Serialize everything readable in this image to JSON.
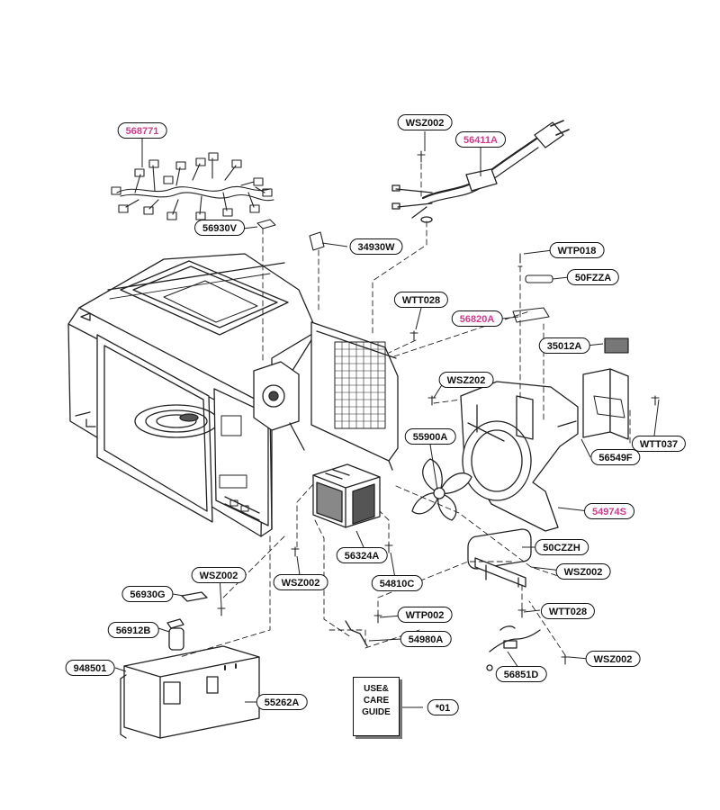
{
  "diagram": {
    "type": "exploded-parts-view",
    "label_color_default": "#111111",
    "label_color_highlight": "#d23a8a",
    "parts": [
      {
        "id": "568771",
        "highlight": true
      },
      {
        "id": "WSZ002",
        "highlight": false
      },
      {
        "id": "56411A",
        "highlight": true
      },
      {
        "id": "56930V",
        "highlight": false
      },
      {
        "id": "34930W",
        "highlight": false
      },
      {
        "id": "WTP018",
        "highlight": false
      },
      {
        "id": "50FZZA",
        "highlight": false
      },
      {
        "id": "WTT028",
        "highlight": false
      },
      {
        "id": "56820A",
        "highlight": true
      },
      {
        "id": "35012A",
        "highlight": false
      },
      {
        "id": "WSZ202",
        "highlight": false
      },
      {
        "id": "55900A",
        "highlight": false
      },
      {
        "id": "WTT037",
        "highlight": false
      },
      {
        "id": "56549F",
        "highlight": false
      },
      {
        "id": "54974S",
        "highlight": true
      },
      {
        "id": "50CZZH",
        "highlight": false
      },
      {
        "id": "56324A",
        "highlight": false
      },
      {
        "id": "WSZ002",
        "highlight": false
      },
      {
        "id": "WSZ002",
        "highlight": false
      },
      {
        "id": "54810C",
        "highlight": false
      },
      {
        "id": "WSZ002",
        "highlight": false
      },
      {
        "id": "56930G",
        "highlight": false
      },
      {
        "id": "WTT028",
        "highlight": false
      },
      {
        "id": "WTP002",
        "highlight": false
      },
      {
        "id": "56912B",
        "highlight": false
      },
      {
        "id": "54980A",
        "highlight": false
      },
      {
        "id": "948501",
        "highlight": false
      },
      {
        "id": "WSZ002",
        "highlight": false
      },
      {
        "id": "56851D",
        "highlight": false
      },
      {
        "id": "55262A",
        "highlight": false
      },
      {
        "id": "*01",
        "highlight": false
      }
    ],
    "booklet": {
      "lines": [
        "USE&",
        "CARE",
        "GUIDE"
      ]
    }
  }
}
